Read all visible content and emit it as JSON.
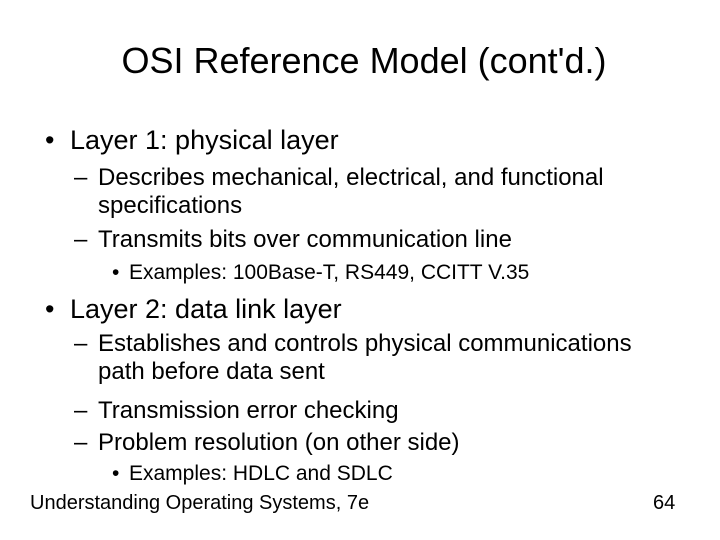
{
  "slide": {
    "title": "OSI Reference Model (cont'd.)",
    "bullets": [
      {
        "level": 1,
        "marker": "•",
        "text": "Layer 1: physical layer"
      },
      {
        "level": 2,
        "marker": "–",
        "text": "Describes mechanical, electrical, and functional specifications"
      },
      {
        "level": 2,
        "marker": "–",
        "text": "Transmits bits over communication line"
      },
      {
        "level": 3,
        "marker": "•",
        "text": "Examples: 100Base-T, RS449, CCITT V.35"
      },
      {
        "level": 1,
        "marker": "•",
        "text": "Layer 2: data link layer"
      },
      {
        "level": 2,
        "marker": "–",
        "text": "Establishes and controls physical communications path before data sent"
      },
      {
        "level": 2,
        "marker": "–",
        "text": "Transmission error checking"
      },
      {
        "level": 2,
        "marker": "–",
        "text": "Problem resolution (on other side)"
      },
      {
        "level": 3,
        "marker": "•",
        "text": "Examples: HDLC and SDLC"
      }
    ],
    "footer": {
      "book_title": "Understanding Operating Systems, 7e",
      "page_number": "64"
    },
    "colors": {
      "background": "#ffffff",
      "text": "#000000"
    }
  }
}
